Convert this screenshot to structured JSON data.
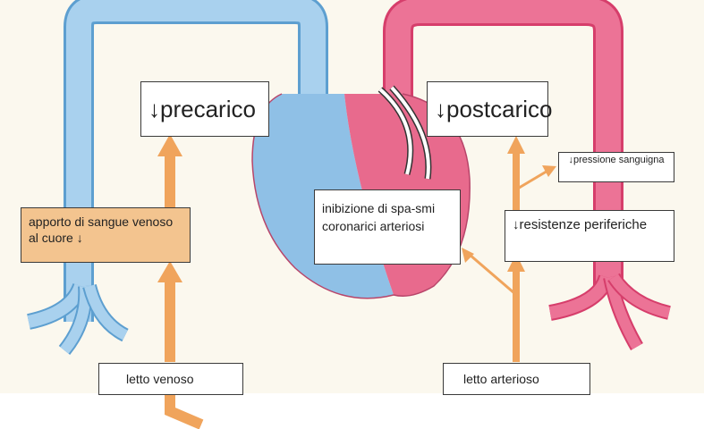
{
  "labels": {
    "precarico": "↓precarico",
    "postcarico": "↓postcarico",
    "apporto": "apporto di sangue venoso al cuore ↓",
    "inibizione": "inibizione di spa-smi coronarici arteriosi",
    "pressione": "↓pressione sanguigna",
    "resistenze": "↓resistenze periferiche",
    "letto_venoso": "letto venoso",
    "letto_arterioso": "letto arterioso"
  },
  "colors": {
    "vein_blue": "#9cc8e8",
    "artery_pink": "#e8678a",
    "heart_pink": "#e2557c",
    "arrow_orange": "#f0a45c",
    "box_orange": "#f3c48f"
  }
}
